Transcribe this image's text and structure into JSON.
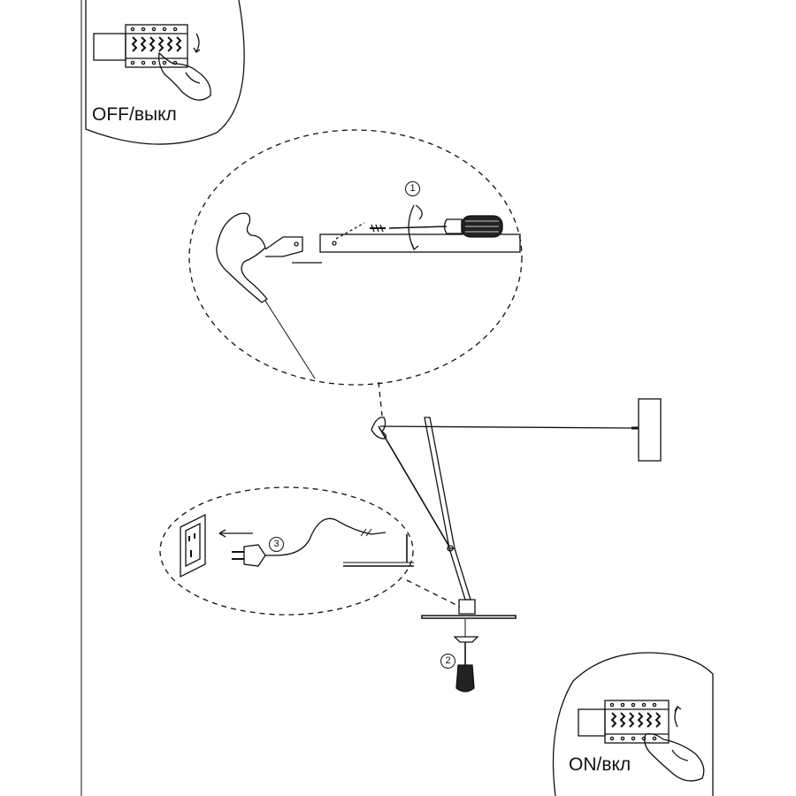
{
  "labels": {
    "off": "OFF/выкл",
    "on": "ON/вкл"
  },
  "steps": {
    "step1": "1",
    "step2": "2",
    "step3": "3"
  },
  "colors": {
    "line": "#111111",
    "background": "#ffffff"
  },
  "icons": [
    "circuit-breaker-icon",
    "hand-icon",
    "screwdriver-icon",
    "wall-socket-icon",
    "plug-icon",
    "lamp-icon",
    "wall-bracket-icon",
    "screw-icon",
    "rotation-arrow-icon"
  ]
}
